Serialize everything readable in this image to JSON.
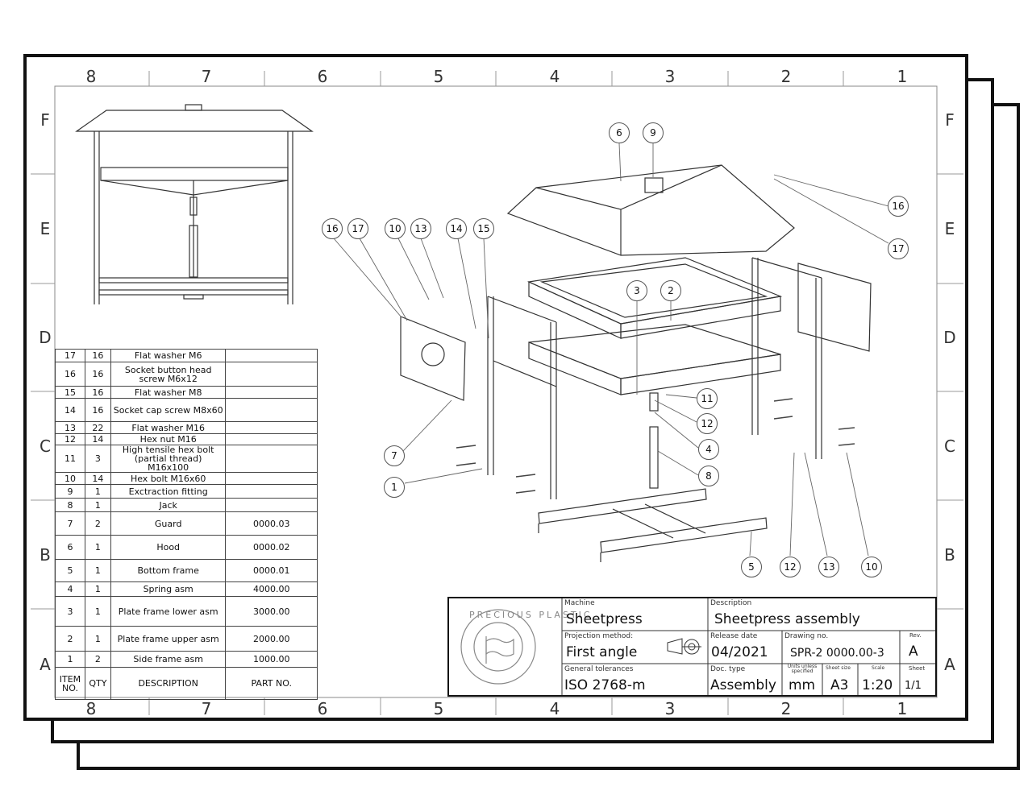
{
  "column_zones": [
    "8",
    "7",
    "6",
    "5",
    "4",
    "3",
    "2",
    "1"
  ],
  "row_zones": [
    "F",
    "E",
    "D",
    "C",
    "B",
    "A"
  ],
  "bom": {
    "rows": [
      {
        "item": "17",
        "qty": "16",
        "desc": "Flat washer M6",
        "part": ""
      },
      {
        "item": "16",
        "qty": "16",
        "desc": "Socket button head screw M6x12",
        "part": ""
      },
      {
        "item": "15",
        "qty": "16",
        "desc": "Flat washer M8",
        "part": ""
      },
      {
        "item": "14",
        "qty": "16",
        "desc": "Socket cap screw M8x60",
        "part": ""
      },
      {
        "item": "13",
        "qty": "22",
        "desc": "Flat washer M16",
        "part": ""
      },
      {
        "item": "12",
        "qty": "14",
        "desc": "Hex nut M16",
        "part": ""
      },
      {
        "item": "11",
        "qty": "3",
        "desc": "High tensile hex bolt (partial thread) M16x100",
        "part": ""
      },
      {
        "item": "10",
        "qty": "14",
        "desc": "Hex bolt M16x60",
        "part": ""
      },
      {
        "item": "9",
        "qty": "1",
        "desc": "Exctraction fitting",
        "part": ""
      },
      {
        "item": "8",
        "qty": "1",
        "desc": "Jack",
        "part": ""
      },
      {
        "item": "7",
        "qty": "2",
        "desc": "Guard",
        "part": "0000.03"
      },
      {
        "item": "6",
        "qty": "1",
        "desc": "Hood",
        "part": "0000.02"
      },
      {
        "item": "5",
        "qty": "1",
        "desc": "Bottom frame",
        "part": "0000.01"
      },
      {
        "item": "4",
        "qty": "1",
        "desc": "Spring asm",
        "part": "4000.00"
      },
      {
        "item": "3",
        "qty": "1",
        "desc": "Plate frame lower asm",
        "part": "3000.00"
      },
      {
        "item": "2",
        "qty": "1",
        "desc": "Plate frame upper asm",
        "part": "2000.00"
      },
      {
        "item": "1",
        "qty": "2",
        "desc": "Side frame asm",
        "part": "1000.00"
      }
    ],
    "header": {
      "item": "ITEM NO.",
      "qty": "QTY",
      "desc": "DESCRIPTION",
      "part": "PART NO."
    }
  },
  "title_block": {
    "logo_text": "PRECIOUS PLASTIC",
    "machine_label": "Machine",
    "machine": "Sheetpress",
    "description_label": "Description",
    "description": "Sheetpress assembly",
    "projection_label": "Projection method:",
    "projection": "First angle",
    "release_label": "Release date",
    "release": "04/2021",
    "drawing_no_label": "Drawing no.",
    "drawing_no": "SPR-2 0000.00-3",
    "rev_label": "Rev.",
    "rev": "A",
    "tolerances_label": "General tolerances",
    "tolerances": "ISO 2768-m",
    "doc_type_label": "Doc. type",
    "doc_type": "Assembly",
    "units_label": "Units unless specified",
    "units": "mm",
    "sheet_size_label": "Sheet size",
    "sheet_size": "A3",
    "scale_label": "Scale",
    "scale": "1:20",
    "sheet_label": "Sheet",
    "sheet": "1/1"
  },
  "callouts": [
    "6",
    "9",
    "16",
    "17",
    "10",
    "13",
    "14",
    "15",
    "3",
    "2",
    "16",
    "17",
    "11",
    "12",
    "4",
    "8",
    "7",
    "1",
    "5",
    "12",
    "13",
    "10"
  ]
}
